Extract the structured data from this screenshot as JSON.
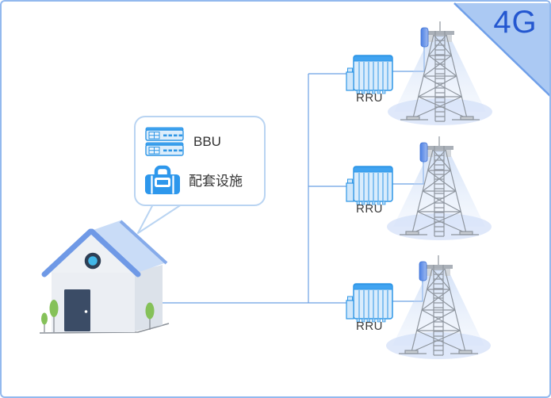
{
  "banner": {
    "label": "4G",
    "bg_color": "#abc9f3",
    "text_color": "#2457d0"
  },
  "callout": {
    "items": [
      {
        "icon": "bbu-servers-icon",
        "label": "BBU"
      },
      {
        "icon": "equipment-bag-icon",
        "label": "配套设施"
      }
    ]
  },
  "rrus": [
    {
      "label": "RRU"
    },
    {
      "label": "RRU"
    },
    {
      "label": "RRU"
    }
  ],
  "icons": {
    "site": "house-icon",
    "remote_unit": "rru-icon",
    "tower": "cell-tower-icon",
    "antenna": "antenna-panel-icon"
  },
  "colors": {
    "frame_border": "#93b9ee",
    "connection_line": "#6aa0e4",
    "device_blue": "#2e96e6",
    "roof_blue": "#6f99e6",
    "tower_gray": "#8e959e"
  }
}
